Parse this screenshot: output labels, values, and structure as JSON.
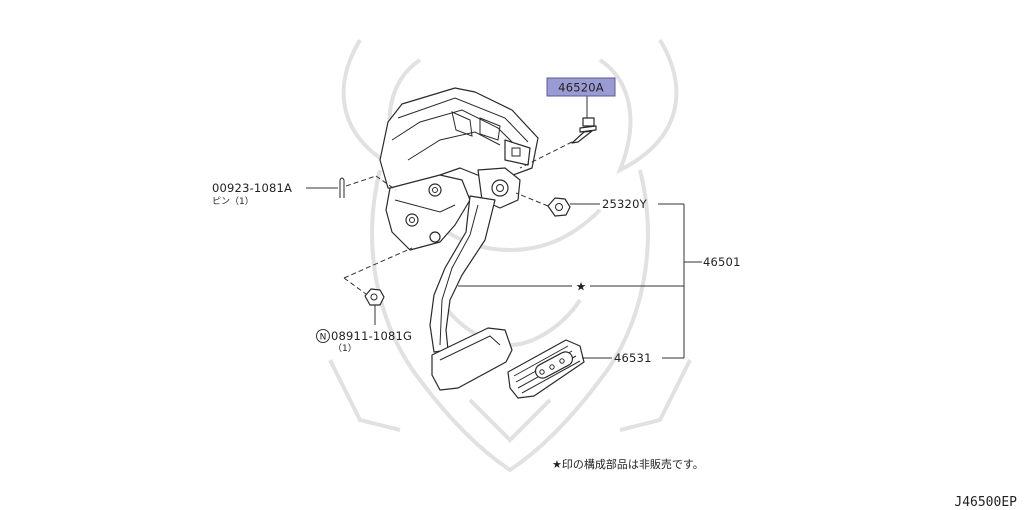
{
  "parts": {
    "highlighted": "46520A",
    "bolt_nut": "25320Y",
    "assembly": "46501",
    "pad": "46531",
    "pin_no": "00923-1081A",
    "pin_sub": "ピン（1）",
    "nut_prefix": "N",
    "nut_no": "08911-1081G",
    "nut_sub": "（1）"
  },
  "note": "★印の構成部品は非販売です。",
  "star": "★",
  "diagram_code": "J46500EP",
  "colors": {
    "highlight_fill": "#9b9bd4",
    "highlight_border": "#5a5a9a",
    "line": "#333333",
    "watermark": "#d4d4d4"
  }
}
